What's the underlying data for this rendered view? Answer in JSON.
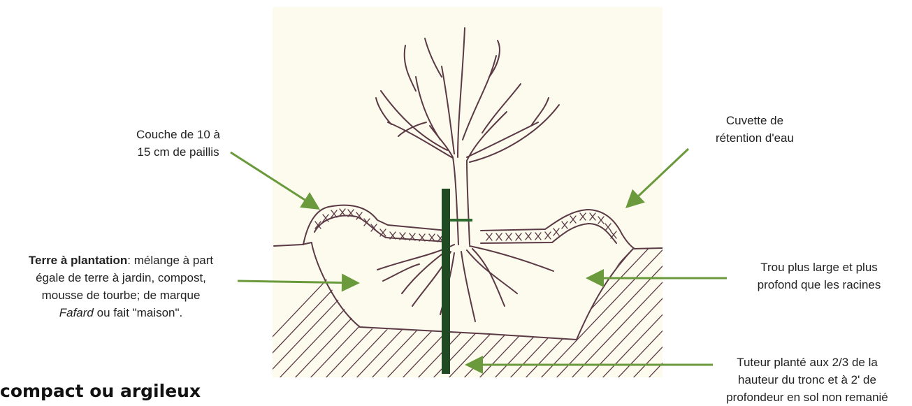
{
  "labels": {
    "mulch": {
      "line1": "Couche de 10 à",
      "line2": "15 cm de paillis"
    },
    "basin": {
      "line1": "Cuvette de",
      "line2": "rétention d'eau"
    },
    "soil": {
      "bold": "Terre à plantation",
      "line1_rest": ": mélange à part",
      "line2": "égale de terre à jardin, compost,",
      "line3": "mousse de tourbe; de marque",
      "brand": "Fafard",
      "line4_rest": " ou fait \"maison\"."
    },
    "hole": {
      "line1": "Trou plus large et plus",
      "line2": "profond que les racines"
    },
    "stake": {
      "line1": "Tuteur planté aux 2/3 de la",
      "line2": "hauteur du tronc et à 2' de",
      "line3": "profondeur en sol non remanié"
    }
  },
  "heading": "compact ou argileux",
  "colors": {
    "panel": "#fcfbee",
    "ink": "#5b3a45",
    "arrow": "#6a9a3c",
    "stake": "#1f4a22",
    "text": "#222222"
  },
  "icons": {
    "arrows": "arrow-icon",
    "mulch": "cross-hatch-pattern",
    "soil": "diagonal-hatch-pattern"
  }
}
